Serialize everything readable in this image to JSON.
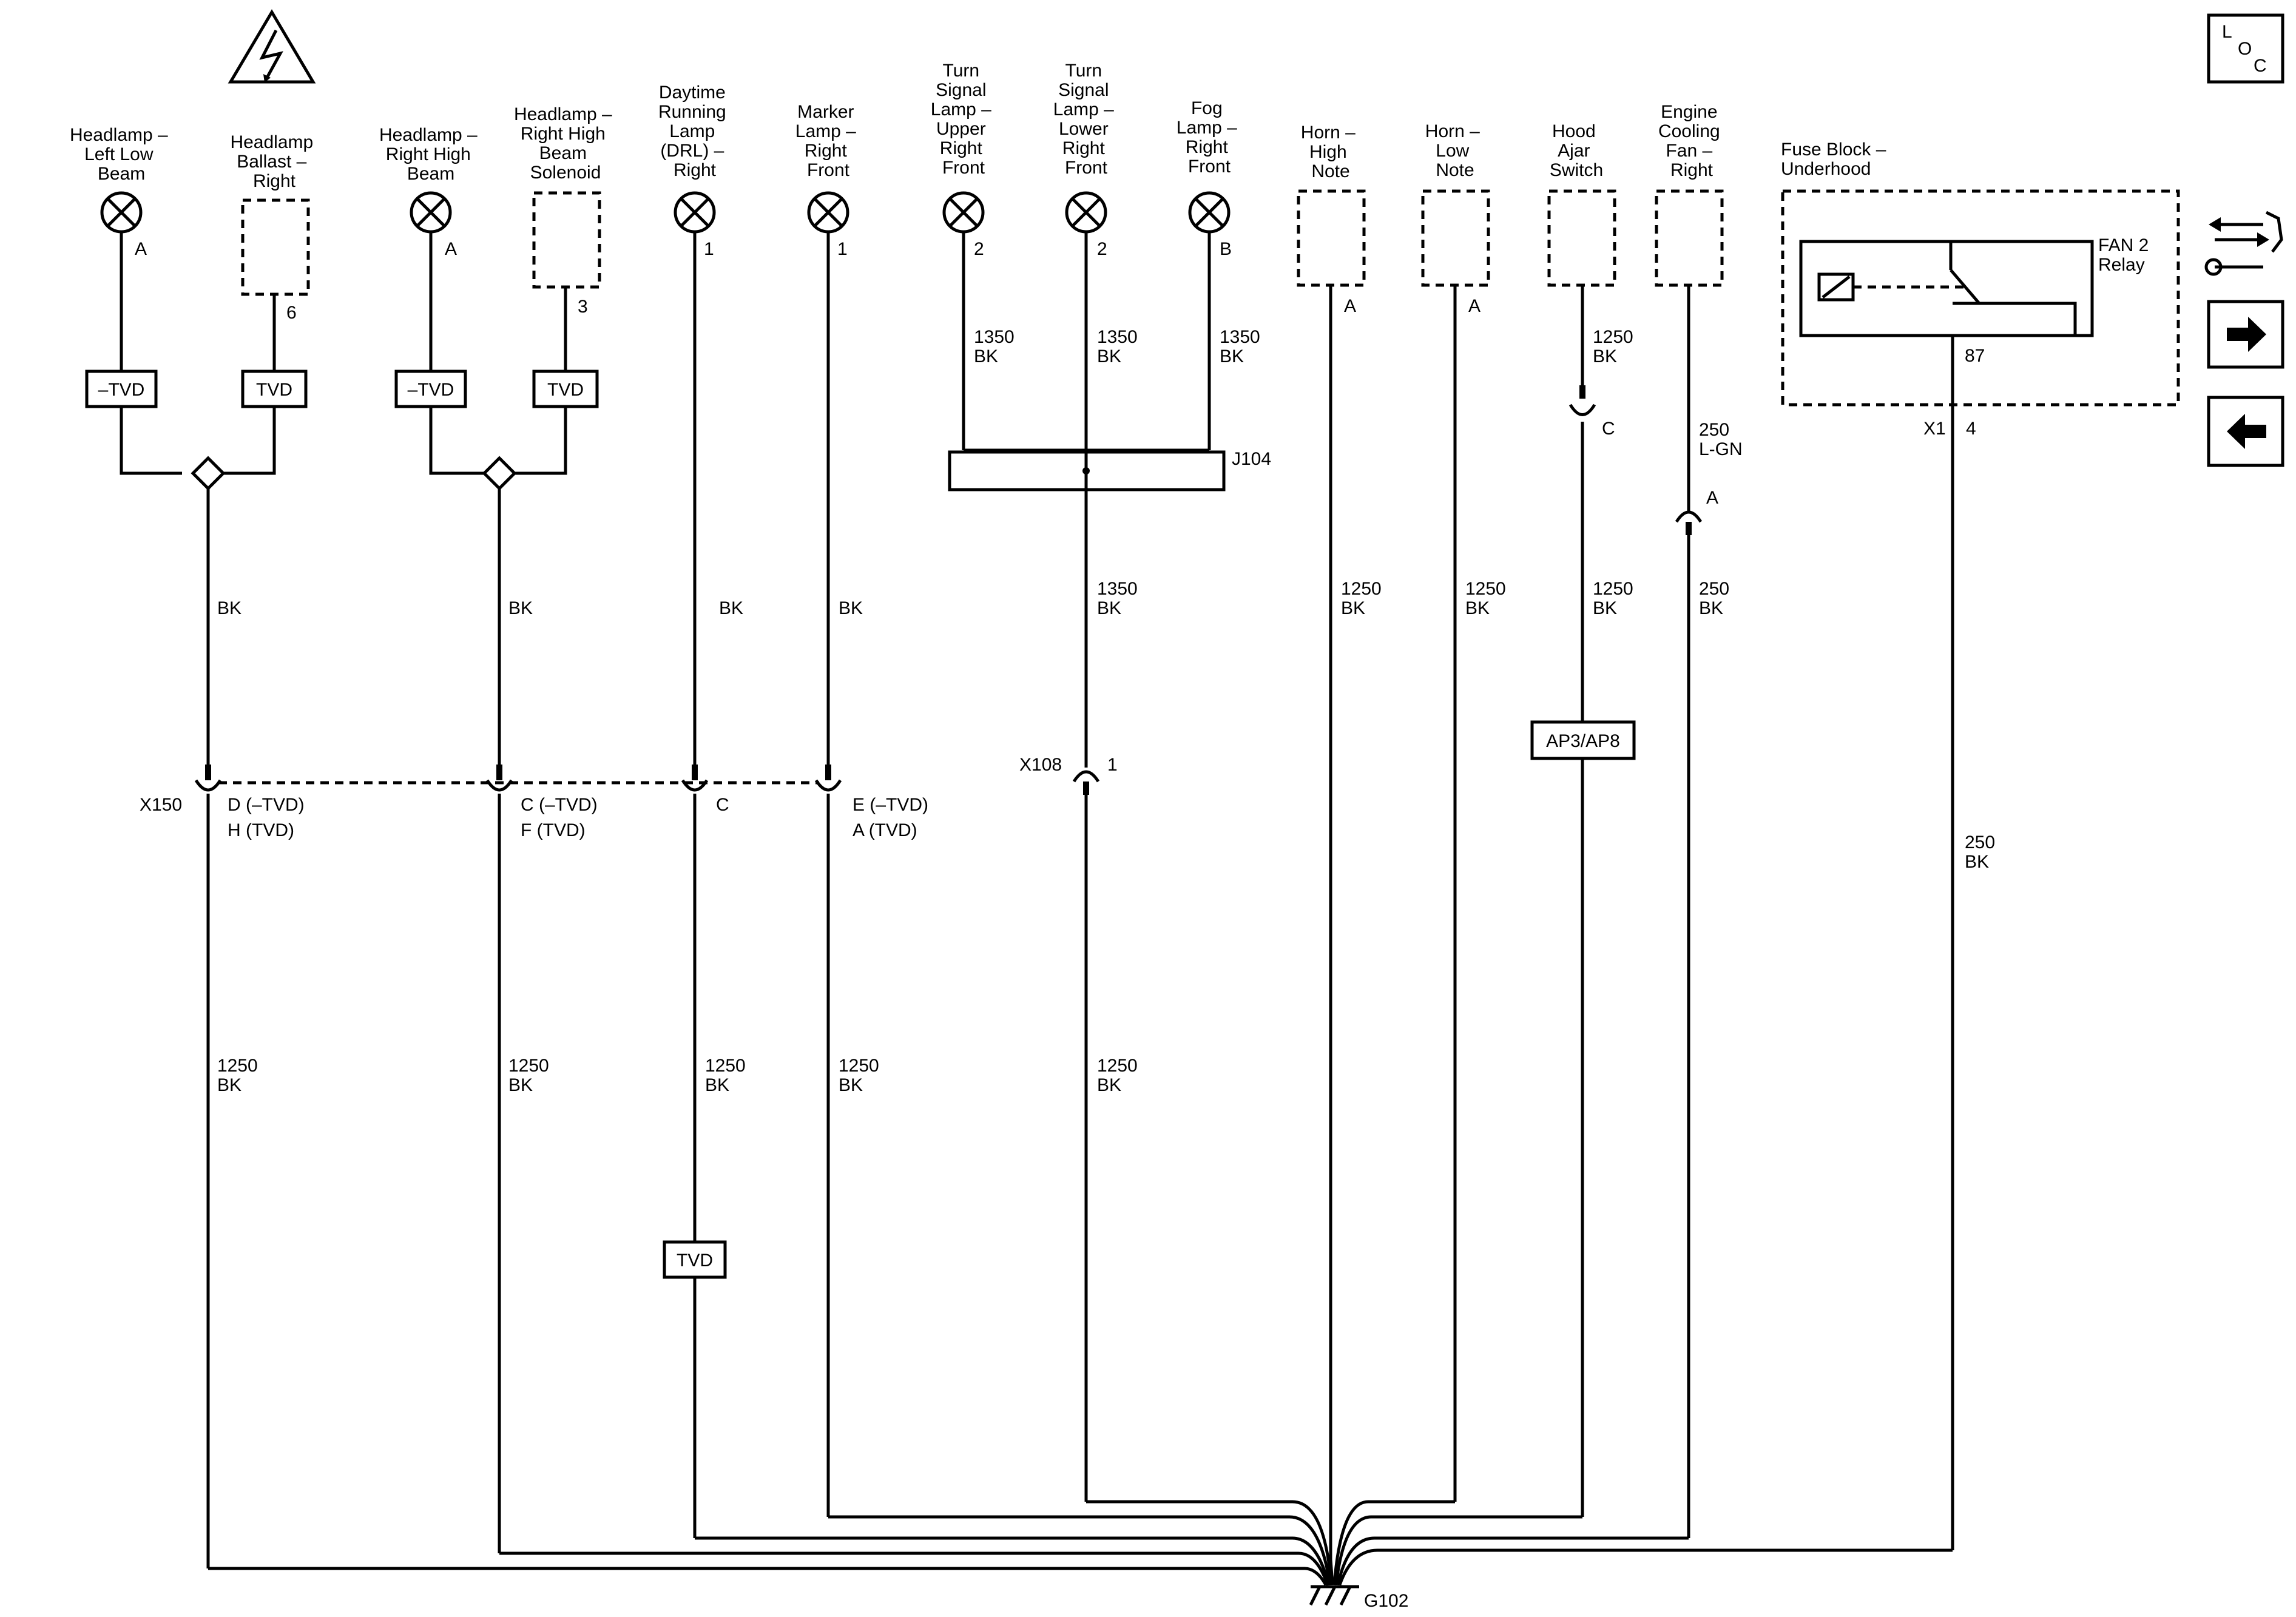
{
  "components": {
    "headlamp_left_low": [
      "Headlamp –",
      "Left Low",
      "Beam"
    ],
    "ballast_right": [
      "Headlamp",
      "Ballast –",
      "Right"
    ],
    "headlamp_right_high": [
      "Headlamp –",
      "Right High",
      "Beam"
    ],
    "solenoid_right_high": [
      "Headlamp –",
      "Right High",
      "Beam",
      "Solenoid"
    ],
    "drl_right": [
      "Daytime",
      "Running",
      "Lamp",
      "(DRL) –",
      "Right"
    ],
    "marker_right_front": [
      "Marker",
      "Lamp –",
      "Right",
      "Front"
    ],
    "turn_upper_right": [
      "Turn",
      "Signal",
      "Lamp –",
      "Upper",
      "Right",
      "Front"
    ],
    "turn_lower_right": [
      "Turn",
      "Signal",
      "Lamp –",
      "Lower",
      "Right",
      "Front"
    ],
    "fog_right_front": [
      "Fog",
      "Lamp –",
      "Right",
      "Front"
    ],
    "horn_high": [
      "Horn –",
      "High",
      "Note"
    ],
    "horn_low": [
      "Horn –",
      "Low",
      "Note"
    ],
    "hood_ajar": [
      "Hood",
      "Ajar",
      "Switch"
    ],
    "cooling_fan_right": [
      "Engine",
      "Cooling",
      "Fan –",
      "Right"
    ],
    "fuse_block": [
      "Fuse Block –",
      "Underhood"
    ],
    "fan2_relay": [
      "FAN 2",
      "Relay"
    ]
  },
  "pins": {
    "hl_left_low": "A",
    "ballast": "6",
    "hl_right_high": "A",
    "solenoid": "3",
    "drl": "1",
    "marker": "1",
    "turn_upper": "2",
    "turn_lower": "2",
    "fog": "B",
    "horn_high": "A",
    "horn_low": "A",
    "hood_c": "C",
    "fan_a": "A",
    "relay_87": "87",
    "x1": "X1",
    "x1_pin": "4"
  },
  "labels": {
    "neg_tvd": "–TVD",
    "tvd": "TVD",
    "ap": "AP3/AP8",
    "j104": "J104",
    "x150": "X150",
    "x150_d": "D (–TVD)",
    "x150_h": "H (TVD)",
    "x150_c": "C (–TVD)",
    "x150_f": "F (TVD)",
    "x150_c2": "C",
    "x150_e": "E (–TVD)",
    "x150_a": "A (TVD)",
    "x108": "X108",
    "x108_pin": "1",
    "g102": "G102",
    "loc_l": "L",
    "loc_o": "O",
    "loc_c": "C"
  },
  "wires": {
    "bk": "BK",
    "c1350": "1350",
    "c1250": "1250",
    "c250": "250",
    "lgn": "L-GN"
  },
  "icons": [
    "lightning-warning-icon",
    "location-icon",
    "connector-wrench-icon",
    "arrow-right-icon",
    "arrow-left-icon"
  ]
}
